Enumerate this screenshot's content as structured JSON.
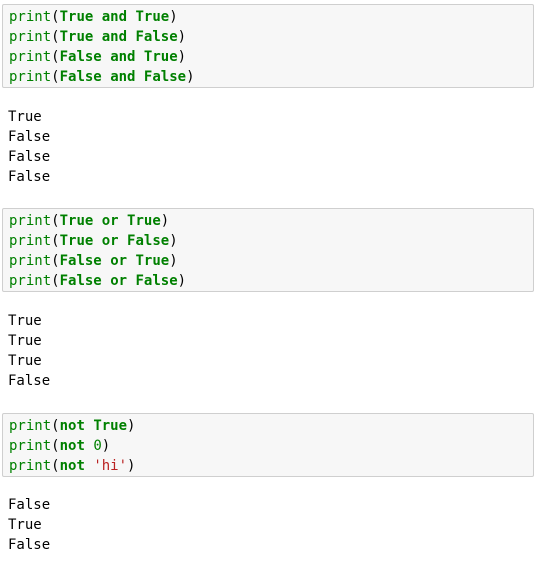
{
  "cells": [
    {
      "input": [
        [
          [
            "fn",
            "print"
          ],
          [
            "punc",
            "("
          ],
          [
            "kw",
            "True"
          ],
          [
            "punc",
            " "
          ],
          [
            "kw",
            "and"
          ],
          [
            "punc",
            " "
          ],
          [
            "kw",
            "True"
          ],
          [
            "punc",
            ")"
          ]
        ],
        [
          [
            "fn",
            "print"
          ],
          [
            "punc",
            "("
          ],
          [
            "kw",
            "True"
          ],
          [
            "punc",
            " "
          ],
          [
            "kw",
            "and"
          ],
          [
            "punc",
            " "
          ],
          [
            "kw",
            "False"
          ],
          [
            "punc",
            ")"
          ]
        ],
        [
          [
            "fn",
            "print"
          ],
          [
            "punc",
            "("
          ],
          [
            "kw",
            "False"
          ],
          [
            "punc",
            " "
          ],
          [
            "kw",
            "and"
          ],
          [
            "punc",
            " "
          ],
          [
            "kw",
            "True"
          ],
          [
            "punc",
            ")"
          ]
        ],
        [
          [
            "fn",
            "print"
          ],
          [
            "punc",
            "("
          ],
          [
            "kw",
            "False"
          ],
          [
            "punc",
            " "
          ],
          [
            "kw",
            "and"
          ],
          [
            "punc",
            " "
          ],
          [
            "kw",
            "False"
          ],
          [
            "punc",
            ")"
          ]
        ]
      ],
      "output": [
        "True",
        "False",
        "False",
        "False"
      ]
    },
    {
      "input": [
        [
          [
            "fn",
            "print"
          ],
          [
            "punc",
            "("
          ],
          [
            "kw",
            "True"
          ],
          [
            "punc",
            " "
          ],
          [
            "kw",
            "or"
          ],
          [
            "punc",
            " "
          ],
          [
            "kw",
            "True"
          ],
          [
            "punc",
            ")"
          ]
        ],
        [
          [
            "fn",
            "print"
          ],
          [
            "punc",
            "("
          ],
          [
            "kw",
            "True"
          ],
          [
            "punc",
            " "
          ],
          [
            "kw",
            "or"
          ],
          [
            "punc",
            " "
          ],
          [
            "kw",
            "False"
          ],
          [
            "punc",
            ")"
          ]
        ],
        [
          [
            "fn",
            "print"
          ],
          [
            "punc",
            "("
          ],
          [
            "kw",
            "False"
          ],
          [
            "punc",
            " "
          ],
          [
            "kw",
            "or"
          ],
          [
            "punc",
            " "
          ],
          [
            "kw",
            "True"
          ],
          [
            "punc",
            ")"
          ]
        ],
        [
          [
            "fn",
            "print"
          ],
          [
            "punc",
            "("
          ],
          [
            "kw",
            "False"
          ],
          [
            "punc",
            " "
          ],
          [
            "kw",
            "or"
          ],
          [
            "punc",
            " "
          ],
          [
            "kw",
            "False"
          ],
          [
            "punc",
            ")"
          ]
        ]
      ],
      "output": [
        "True",
        "True",
        "True",
        "False"
      ]
    },
    {
      "input": [
        [
          [
            "fn",
            "print"
          ],
          [
            "punc",
            "("
          ],
          [
            "kw",
            "not"
          ],
          [
            "punc",
            " "
          ],
          [
            "kw",
            "True"
          ],
          [
            "punc",
            ")"
          ]
        ],
        [
          [
            "fn",
            "print"
          ],
          [
            "punc",
            "("
          ],
          [
            "kw",
            "not"
          ],
          [
            "punc",
            " "
          ],
          [
            "num",
            "0"
          ],
          [
            "punc",
            ")"
          ]
        ],
        [
          [
            "fn",
            "print"
          ],
          [
            "punc",
            "("
          ],
          [
            "kw",
            "not"
          ],
          [
            "punc",
            " "
          ],
          [
            "str",
            "'hi'"
          ],
          [
            "punc",
            ")"
          ]
        ]
      ],
      "output": [
        "False",
        "True",
        "False"
      ]
    }
  ],
  "colors": {
    "builtin": "#008000",
    "keyword": "#008000",
    "string": "#ba2121",
    "cell_background": "#f7f7f7",
    "cell_border": "#cfcfcf"
  }
}
